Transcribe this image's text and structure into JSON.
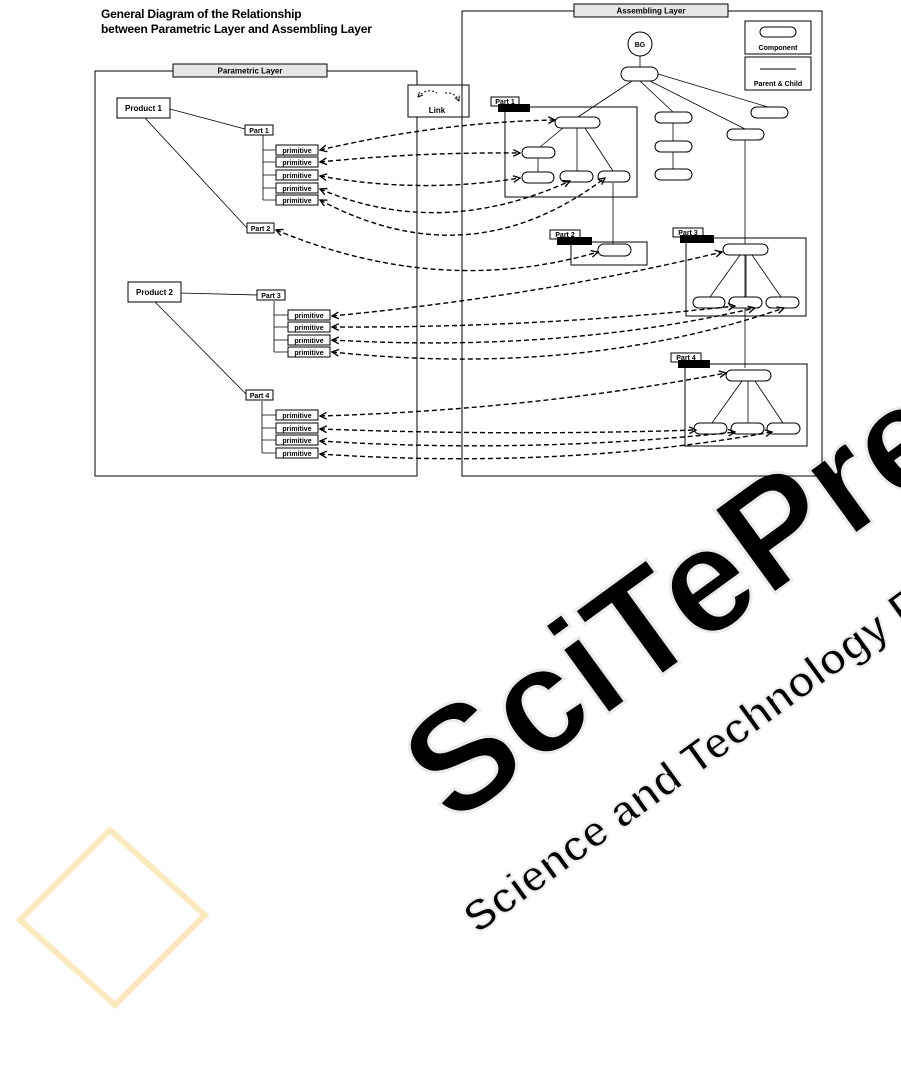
{
  "title": {
    "line1": "General Diagram of the Relationship",
    "line2": "between Parametric Layer and Assembling Layer"
  },
  "parametric": {
    "header": "Parametric Layer",
    "products": [
      "Product 1",
      "Product 2"
    ],
    "parts": [
      "Part 1",
      "Part 2",
      "Part 3",
      "Part 4"
    ],
    "primitive_label": "primitive"
  },
  "link_box": {
    "label": "Link"
  },
  "assembling": {
    "header": "Assembling Layer",
    "root": "BG",
    "parts": [
      "Part 1",
      "Part 2",
      "Part 3",
      "Part 4"
    ]
  },
  "legend": {
    "component": "Component",
    "parent_child": "Parent & Child"
  },
  "watermark": {
    "main": "SciTePress",
    "sub": "Science and Technology Publications"
  },
  "colors": {
    "line": "#000000",
    "header_fill": "#e6e6e6",
    "watermark": "#ececec",
    "watermark_accent": "#fbe9c0"
  }
}
